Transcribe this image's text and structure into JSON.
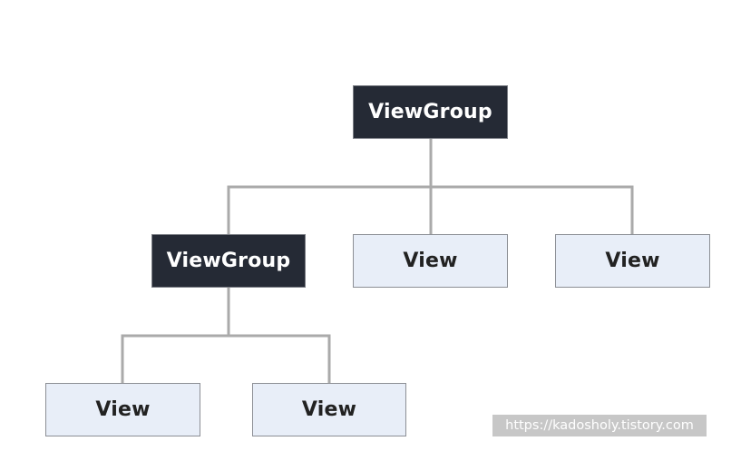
{
  "diagram": {
    "root": {
      "label": "ViewGroup"
    },
    "level2": [
      {
        "label": "ViewGroup"
      },
      {
        "label": "View"
      },
      {
        "label": "View"
      }
    ],
    "level3": [
      {
        "label": "View"
      },
      {
        "label": "View"
      }
    ]
  },
  "colors": {
    "group_fill": "#252a35",
    "view_fill": "#e8eef8",
    "connector": "#aaaaaa"
  },
  "watermark": "https://kadosholy.tistory.com"
}
